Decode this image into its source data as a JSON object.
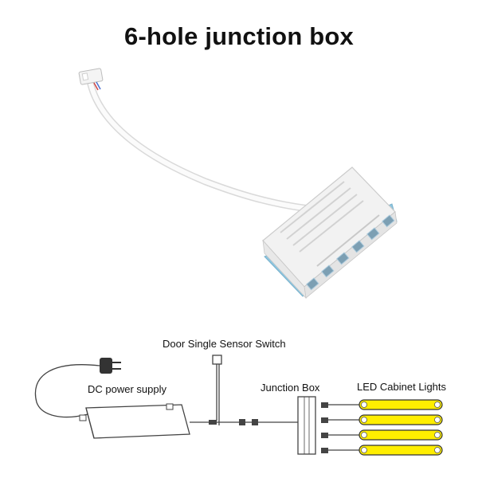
{
  "title": "6-hole junction box",
  "diagram": {
    "labels": {
      "sensor": "Door Single Sensor Switch",
      "power": "DC power supply",
      "junction": "Junction Box",
      "lights": "LED Cabinet Lights"
    },
    "junction_box_holes": 6,
    "led_light_count": 4,
    "colors": {
      "led_yellow": "#ffee00",
      "box_blue": "#8ec6e0",
      "line": "#444444"
    }
  }
}
